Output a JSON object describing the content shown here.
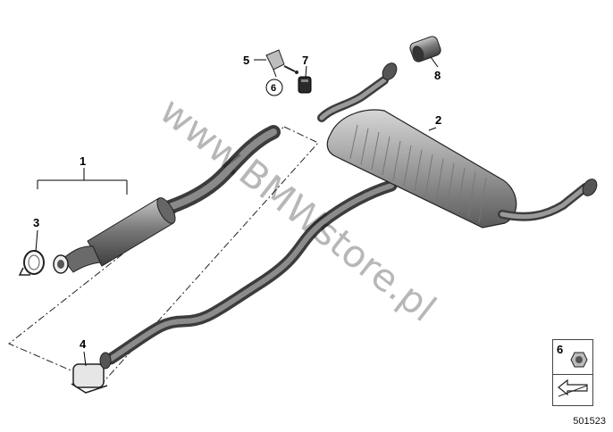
{
  "diagram": {
    "callouts": [
      {
        "id": "1",
        "label": "1"
      },
      {
        "id": "2",
        "label": "2"
      },
      {
        "id": "3",
        "label": "3"
      },
      {
        "id": "4",
        "label": "4"
      },
      {
        "id": "5",
        "label": "5"
      },
      {
        "id": "6",
        "label": "6"
      },
      {
        "id": "7",
        "label": "7"
      },
      {
        "id": "8",
        "label": "8"
      }
    ],
    "legend": {
      "label": "6"
    },
    "reference_number": "501523",
    "watermark": "www.BMWstore.pl"
  },
  "colors": {
    "pipe": "#7a7a7a",
    "pipe_dark": "#4a4a4a",
    "muffler": "#a8a8a8",
    "outline": "#222222"
  }
}
